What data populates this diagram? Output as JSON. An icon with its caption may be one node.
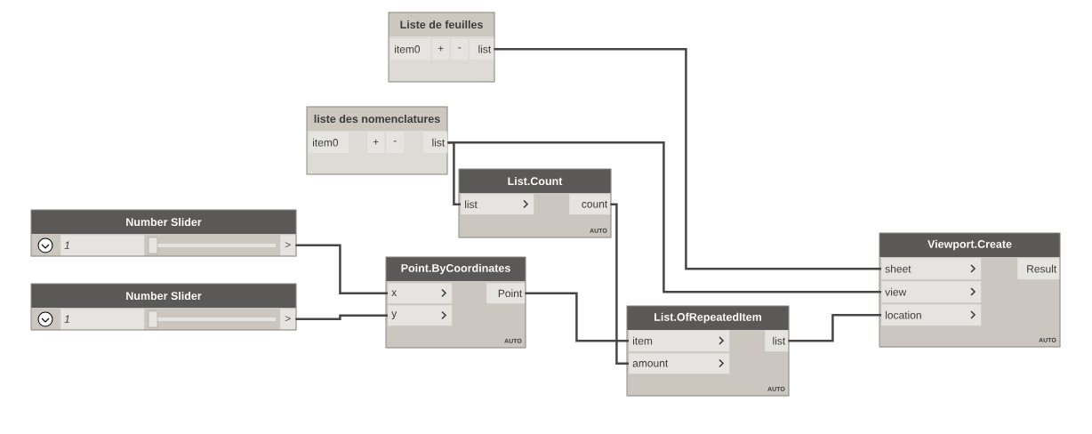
{
  "diagram": {
    "nodes": [
      {
        "text": [
          "Liste de feuilles"
        ]
      },
      {
        "text": [
          "item0"
        ],
        "in": 0
      },
      {
        "text": [
          "+"
        ],
        "in": 0
      },
      {
        "text": [
          "-"
        ],
        "in": 0
      },
      {
        "text": [
          "list"
        ],
        "in": 0
      },
      {
        "text": [
          "liste des nomenclatures"
        ]
      },
      {
        "text": [
          "item0"
        ],
        "in": 5
      },
      {
        "text": [
          "+"
        ],
        "in": 5
      },
      {
        "text": [
          "-"
        ],
        "in": 5
      },
      {
        "text": [
          "list"
        ],
        "in": 5
      },
      {
        "text": [
          "List.Count",
          "AUTO"
        ]
      },
      {
        "text": [
          "list"
        ],
        "in": 10
      },
      {
        "text": [
          "count"
        ],
        "in": 10
      },
      {
        "text": [
          "Number Slider"
        ]
      },
      {
        "text": [
          "1"
        ],
        "in": 13
      },
      {
        "text": [
          ">"
        ],
        "in": 13
      },
      {
        "text": [
          "Number Slider"
        ]
      },
      {
        "text": [
          "1"
        ],
        "in": 16
      },
      {
        "text": [
          ">"
        ],
        "in": 16
      },
      {
        "text": [
          "Point.ByCoordinates",
          "AUTO"
        ]
      },
      {
        "text": [
          "x"
        ],
        "in": 19
      },
      {
        "text": [
          "y"
        ],
        "in": 19
      },
      {
        "text": [
          "Point"
        ],
        "in": 19
      },
      {
        "text": [
          "List.OfRepeatedItem",
          "AUTO"
        ]
      },
      {
        "text": [
          "item"
        ],
        "in": 23
      },
      {
        "text": [
          "amount"
        ],
        "in": 23
      },
      {
        "text": [
          "list"
        ],
        "in": 23
      },
      {
        "text": [
          "Viewport.Create",
          "AUTO"
        ]
      },
      {
        "text": [
          "sheet"
        ],
        "in": 27
      },
      {
        "text": [
          "view"
        ],
        "in": 27
      },
      {
        "text": [
          "location"
        ],
        "in": 27
      },
      {
        "text": [
          "Result"
        ],
        "in": 27
      }
    ],
    "edges": [
      {
        "from": 4,
        "to": 28,
        "arrow": "none"
      },
      {
        "from": 9,
        "to": 29,
        "arrow": "none"
      },
      {
        "from": 9,
        "to": 11,
        "arrow": "none"
      },
      {
        "from": 12,
        "to": 25,
        "arrow": "none"
      },
      {
        "from": 15,
        "to": 20,
        "arrow": "none"
      },
      {
        "from": 18,
        "to": 21,
        "arrow": "none"
      },
      {
        "from": 22,
        "to": 24,
        "arrow": "none"
      },
      {
        "from": 26,
        "to": 30,
        "arrow": "none"
      }
    ]
  }
}
